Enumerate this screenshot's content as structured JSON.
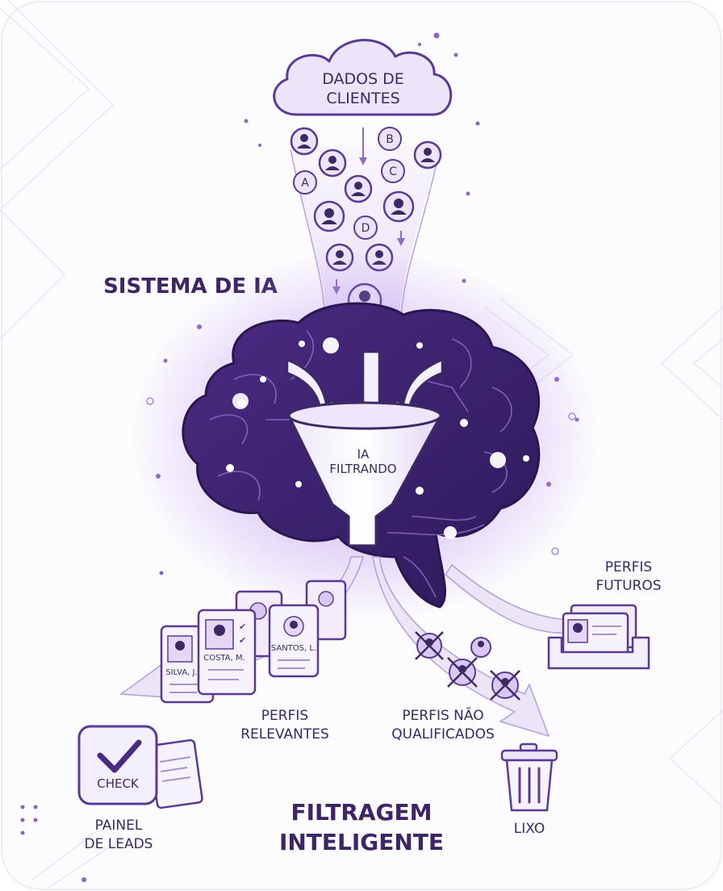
{
  "cloud": {
    "line1": "DADOS DE",
    "line2": "CLIENTES"
  },
  "system_label": "SISTEMA DE IA",
  "funnel": {
    "line1": "IA",
    "line2": "FILTRANDO"
  },
  "input_letters": [
    "A",
    "B",
    "C",
    "D"
  ],
  "cards": [
    {
      "name": "SILVA, J."
    },
    {
      "name": "COSTA, M."
    },
    {
      "name": "SANTOS, L."
    }
  ],
  "relevant": {
    "line1": "PERFIS",
    "line2": "RELEVANTES"
  },
  "unqualified": {
    "line1": "PERFIS NÃO",
    "line2": "QUALIFICADOS"
  },
  "future": {
    "line1": "PERFIS",
    "line2": "FUTUROS"
  },
  "panel": {
    "check_label": "CHECK",
    "line1": "PAINEL",
    "line2": "DE LEADS"
  },
  "trash_label": "LIXO",
  "footer": {
    "line1": "FILTRAGEM",
    "line2": "INTELIGENTE"
  },
  "colors": {
    "primary": "#5b3a96",
    "light": "#ece4f8",
    "dark": "#3b2a63",
    "background": "#fcfbfd"
  }
}
